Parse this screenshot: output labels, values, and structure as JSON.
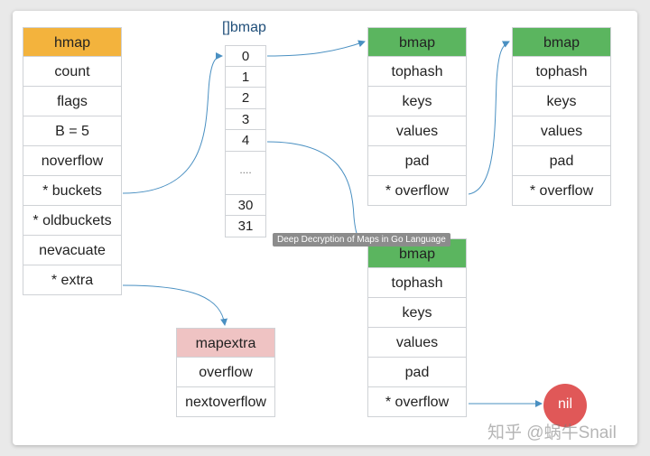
{
  "hmap": {
    "header": "hmap",
    "fields": [
      "count",
      "flags",
      "B = 5",
      "noverflow",
      "* buckets",
      "* oldbuckets",
      "nevacuate",
      "* extra"
    ]
  },
  "bucket_array": {
    "title": "[]bmap",
    "cells": [
      "0",
      "1",
      "2",
      "3",
      "4",
      "....",
      "30",
      "31"
    ]
  },
  "bmap_a": {
    "header": "bmap",
    "fields": [
      "tophash",
      "keys",
      "values",
      "pad",
      "* overflow"
    ]
  },
  "bmap_b": {
    "header": "bmap",
    "fields": [
      "tophash",
      "keys",
      "values",
      "pad",
      "* overflow"
    ]
  },
  "bmap_c": {
    "header": "bmap",
    "fields": [
      "tophash",
      "keys",
      "values",
      "pad",
      "* overflow"
    ]
  },
  "mapextra": {
    "header": "mapextra",
    "fields": [
      "overflow",
      "nextoverflow"
    ]
  },
  "nil_label": "nil",
  "tooltip": "Deep Decryption of Maps in Go Language",
  "watermark": "知乎 @蜗牛Snail",
  "colors": {
    "hmap_header": "#f3b33d",
    "bmap_header": "#5bb55f",
    "mapextra_header": "#efc3c3",
    "nil": "#e05858",
    "arrow": "#4a90c2"
  }
}
